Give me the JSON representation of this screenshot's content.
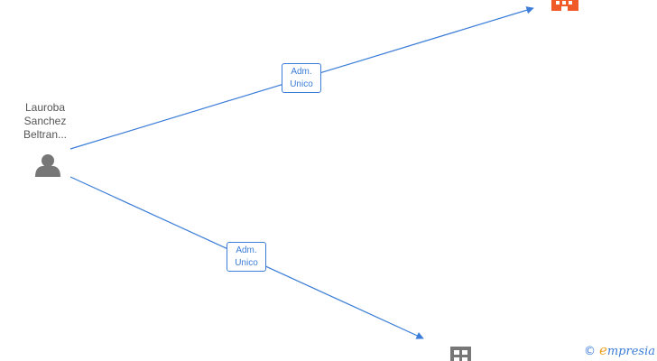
{
  "person": {
    "name_lines": [
      "Lauroba",
      "Sanchez",
      "Beltran..."
    ],
    "icon": "person-icon"
  },
  "companies": [
    {
      "icon": "building-icon",
      "color": "#f05a28"
    },
    {
      "icon": "building-icon",
      "color": "#777777"
    }
  ],
  "relations": [
    {
      "label_lines": [
        "Adm.",
        "Unico"
      ]
    },
    {
      "label_lines": [
        "Adm.",
        "Unico"
      ]
    }
  ],
  "colors": {
    "edge": "#3b7dd8",
    "person": "#777777"
  },
  "brand": {
    "copyright": "©",
    "initial": "e",
    "rest": "mpresia"
  }
}
